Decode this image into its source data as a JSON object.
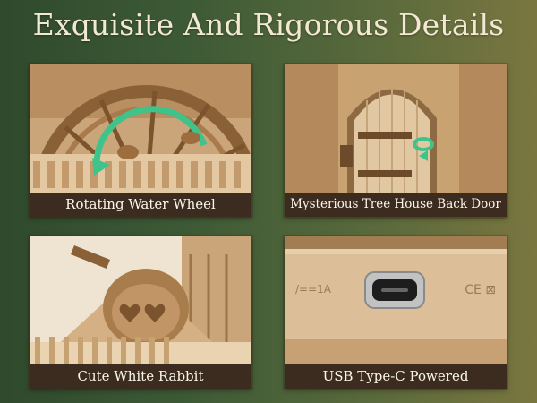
{
  "header": {
    "title": "Exquisite And Rigorous Details"
  },
  "panels": [
    {
      "caption": "Rotating Water Wheel"
    },
    {
      "caption": "Mysterious Tree House Back Door"
    },
    {
      "caption": "Cute White Rabbit"
    },
    {
      "caption": "USB Type-C Powered"
    }
  ],
  "usb": {
    "label_left": "/==1A",
    "label_right": "CE ⊠"
  },
  "colors": {
    "accent_arrow": "#3ec38a",
    "caption_bg": "#3b2c1f",
    "wood": "#d6b68e"
  }
}
